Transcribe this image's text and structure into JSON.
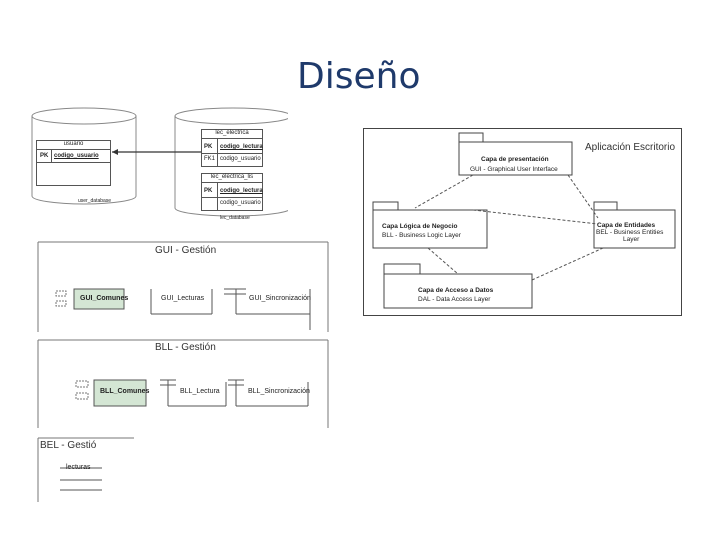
{
  "slide": {
    "title": "Diseño"
  },
  "db": {
    "left_table": {
      "name": "usuario",
      "pk_label": "PK",
      "pk_field": "codigo_usuario",
      "caption": "user_database"
    },
    "right_table_1": {
      "name": "lec_electrica",
      "pk_label": "PK",
      "pk_field": "codigo_lectura",
      "fk_label": "FK1",
      "fk_field": "codigo_usuario"
    },
    "right_table_2": {
      "name": "lec_electrica_lis",
      "pk_label": "PK",
      "pk_field": "codigo_lectura",
      "field2": "codigo_usuario"
    },
    "right_caption": "lec_database"
  },
  "gui": {
    "title": "GUI - Gestión",
    "comp1": "GUI_Comunes",
    "comp2": "GUI_Lecturas",
    "comp3": "GUI_Sincronización"
  },
  "bll": {
    "title": "BLL - Gestión",
    "comp1": "BLL_Comunes",
    "comp2": "BLL_Lectura",
    "comp3": "BLL_Sincronización"
  },
  "bel": {
    "title": "BEL - Gestió",
    "comp1": "lecturas"
  },
  "arch": {
    "title": "Aplicación Escritorio",
    "presentation": {
      "line1": "Capa de presentación",
      "line2": "GUI - Graphical User Interface"
    },
    "business": {
      "line1": "Capa Lógica de Negocio",
      "line2": "BLL - Business Logic Layer"
    },
    "entities": {
      "line1": "Capa de Entidades",
      "line2": "BEL - Business Entities",
      "line3": "Layer"
    },
    "data": {
      "line1": "Capa de Acceso a Datos",
      "line2": "DAL - Data Access Layer"
    }
  }
}
